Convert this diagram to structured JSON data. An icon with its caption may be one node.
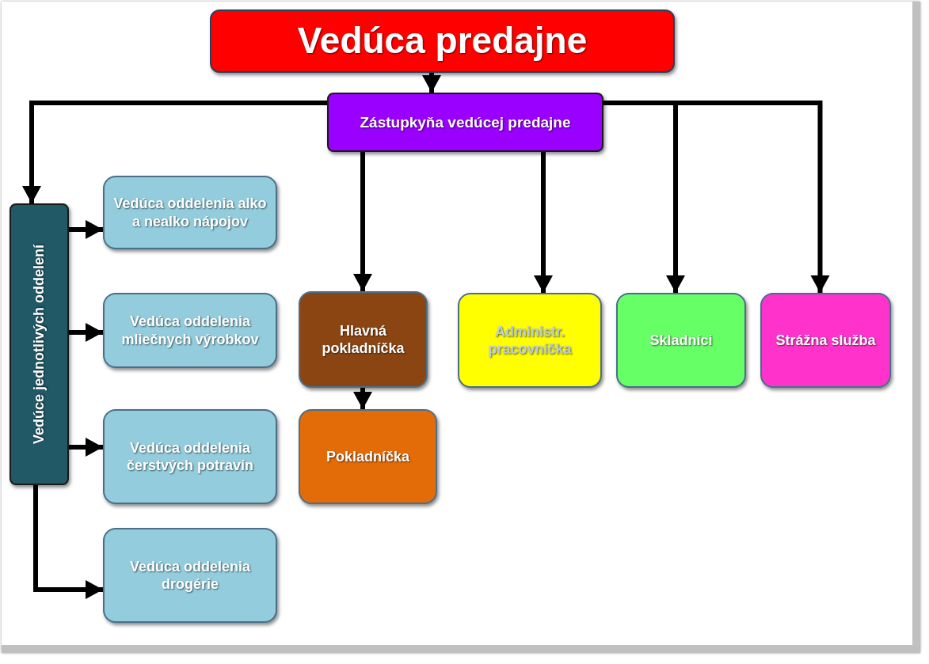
{
  "diagram": {
    "nodes": [
      {
        "text": [
          "Vedúca predajne"
        ]
      },
      {
        "text": [
          "Zástupkyňa vedúcej predajne"
        ]
      },
      {
        "text": [
          "Vedúce jednotlivých oddelení"
        ]
      },
      {
        "text": [
          "Vedúca oddelenia alko a nealko nápojov"
        ]
      },
      {
        "text": [
          "Vedúca oddelenia mliečnych výrobkov"
        ]
      },
      {
        "text": [
          "Vedúca oddelenia čerstvých potravín"
        ]
      },
      {
        "text": [
          "Vedúca oddelenia drogérie"
        ]
      },
      {
        "text": [
          "Hlavná pokladníčka"
        ]
      },
      {
        "text": [
          "Pokladníčka"
        ]
      },
      {
        "text": [
          "Administr. pracovníčka"
        ]
      },
      {
        "text": [
          "Skladníci"
        ]
      },
      {
        "text": [
          "Strážna služba"
        ]
      }
    ],
    "edges": [
      {
        "from": 0,
        "to": 1,
        "arrow": "to"
      },
      {
        "from": 1,
        "to": 2,
        "arrow": "to"
      },
      {
        "from": 1,
        "to": 7,
        "arrow": "to"
      },
      {
        "from": 1,
        "to": 9,
        "arrow": "to"
      },
      {
        "from": 1,
        "to": 10,
        "arrow": "to"
      },
      {
        "from": 1,
        "to": 11,
        "arrow": "to"
      },
      {
        "from": 2,
        "to": 3,
        "arrow": "to"
      },
      {
        "from": 2,
        "to": 4,
        "arrow": "to"
      },
      {
        "from": 2,
        "to": 5,
        "arrow": "to"
      },
      {
        "from": 2,
        "to": 6,
        "arrow": "to"
      },
      {
        "from": 7,
        "to": 8,
        "arrow": "to"
      }
    ]
  }
}
